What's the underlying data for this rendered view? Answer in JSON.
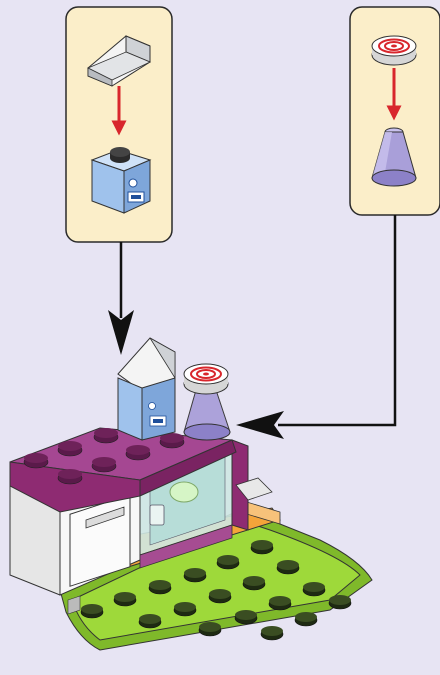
{
  "title": "",
  "colors": {
    "background": "#e7e4f3",
    "callout_fill": "#fbeec9",
    "callout_stroke": "#2a2a2a",
    "arrow_red": "#d8262c",
    "arrow_black": "#111111",
    "lime_plate": "#9ed93a",
    "magenta": "#8e2b72",
    "light_blue": "#a8c9ef",
    "trans_purple": "#a99fd9",
    "orange": "#f4a43a",
    "white_brick": "#f2f2f2"
  },
  "callouts": [
    {
      "id": "milk-carton-subassembly",
      "parts": [
        "white-slope-tile",
        "light-blue-printed-brick"
      ],
      "connector_arrow": "red-down-arrow",
      "target": "milk-carton-on-counter"
    },
    {
      "id": "lollipop-jar-subassembly",
      "parts": [
        "red-swirl-round-tile",
        "trans-purple-cone"
      ],
      "connector_arrow": "red-down-arrow",
      "target": "jar-on-counter"
    }
  ],
  "model": {
    "name": "cafe-counter-model",
    "parts": [
      "lime-green-quarter-plate",
      "magenta-counter-top",
      "white-fridge-unit",
      "glass-display-case",
      "orange-base-strip"
    ]
  },
  "icons": [
    "red-down-arrow",
    "black-callout-arrow",
    "milk-carton-icon",
    "cup-icon"
  ]
}
